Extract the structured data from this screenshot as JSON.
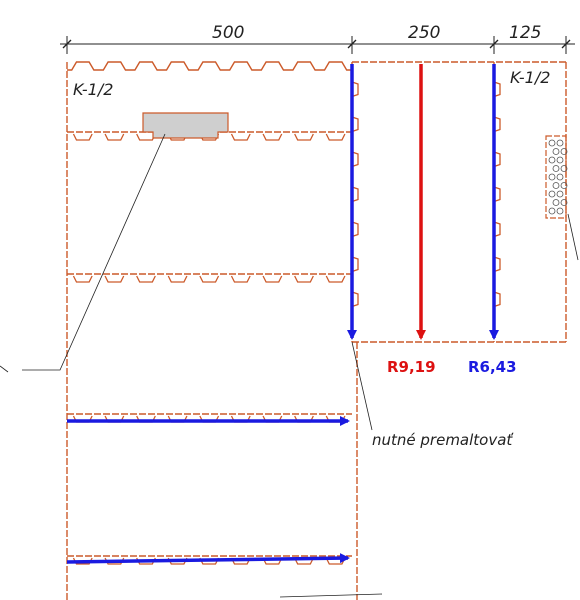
{
  "dimensions": {
    "d1": "500",
    "d2": "250",
    "d3": "125"
  },
  "labels": {
    "k_left": "K-1/2",
    "k_right": "K-1/2",
    "note": "nutné premaltovať",
    "r_red": "R9,19",
    "r_blue": "R6,43"
  },
  "colors": {
    "wall": "#cc5a2a",
    "red_arrow": "#dd1111",
    "blue_arrow": "#1a1ae0",
    "hatch_fill": "#cfcfcf"
  }
}
